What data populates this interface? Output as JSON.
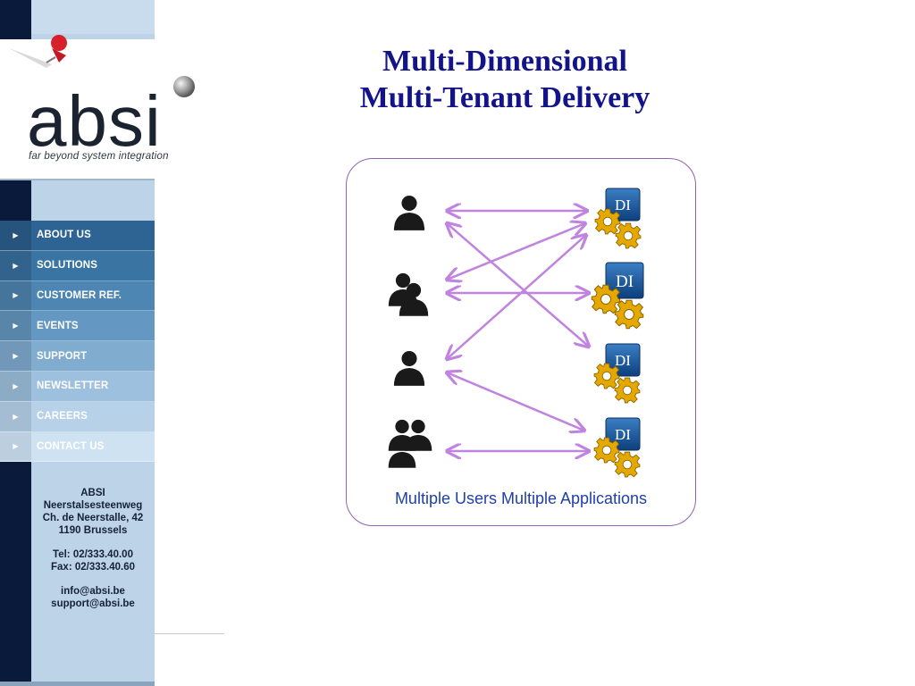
{
  "branding": {
    "logo_text": "absi",
    "tagline": "far beyond system integration",
    "pin_icon": "pushpin-icon"
  },
  "navigation": {
    "items": [
      {
        "label": "ABOUT US",
        "row_color": "#2d6493",
        "arrow_color": "#27547c"
      },
      {
        "label": "SOLUTIONS",
        "row_color": "#3a74a3",
        "arrow_color": "#31638c"
      },
      {
        "label": "CUSTOMER REF.",
        "row_color": "#4e86b3",
        "arrow_color": "#45759b"
      },
      {
        "label": "EVENTS",
        "row_color": "#6498c2",
        "arrow_color": "#5985a9"
      },
      {
        "label": "SUPPORT",
        "row_color": "#80acd0",
        "arrow_color": "#7198b8"
      },
      {
        "label": "NEWSLETTER",
        "row_color": "#9cc0de",
        "arrow_color": "#8cacc6"
      },
      {
        "label": "CAREERS",
        "row_color": "#b6d1e8",
        "arrow_color": "#a4bdd2"
      },
      {
        "label": "CONTACT US",
        "row_color": "#cfe2f2",
        "arrow_color": "#bccfe0"
      }
    ]
  },
  "contact": {
    "lines": [
      "ABSI",
      "Neerstalsesteenweg",
      "Ch. de Neerstalle, 42",
      "1190 Brussels"
    ],
    "phone": "Tel: 02/333.40.00",
    "fax": "Fax: 02/333.40.60",
    "email": "info@absi.be",
    "support_email": "support@absi.be"
  },
  "main": {
    "title_line1": "Multi-Dimensional",
    "title_line2": "Multi-Tenant Delivery",
    "caption": "Multiple Users Multiple Applications",
    "app_badge_label": "DI"
  },
  "colors": {
    "title": "#13138a",
    "caption": "#1f3faa",
    "arrow": "#c084e0",
    "box_border": "#8e63b8",
    "gear": "#e4a800"
  }
}
